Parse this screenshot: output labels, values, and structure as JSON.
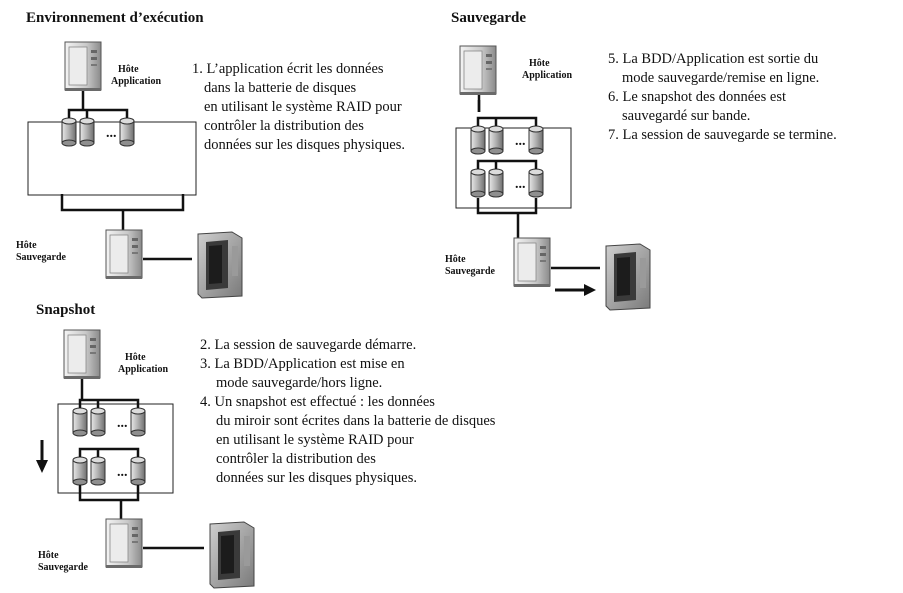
{
  "sections": {
    "env": {
      "title": "Environnement d’exécution",
      "host_app": [
        "Hôte",
        "Application"
      ],
      "host_backup": [
        "Hôte",
        "Sauvegarde"
      ],
      "steps": [
        "1. L’application écrit les données",
        "dans la batterie de disques",
        "en utilisant le système RAID pour",
        "contrôler la distribution des",
        "données sur les disques physiques."
      ]
    },
    "backup": {
      "title": "Sauvegarde",
      "host_app": [
        "Hôte",
        "Application"
      ],
      "host_backup": [
        "Hôte",
        "Sauvegarde"
      ],
      "steps": [
        "5. La BDD/Application est sortie du",
        "mode sauvegarde/remise en ligne.",
        "6. Le snapshot des données est",
        "sauvegardé sur bande.",
        "7. La session de sauvegarde se termine."
      ]
    },
    "snapshot": {
      "title": "Snapshot",
      "host_app": [
        "Hôte",
        "Application"
      ],
      "host_backup": [
        "Hôte",
        "Sauvegarde"
      ],
      "steps": [
        "2. La session de sauvegarde démarre.",
        "3. La BDD/Application est mise en",
        "mode sauvegarde/hors ligne.",
        "4. Un snapshot est effectué : les données",
        "du miroir sont écrites dans la batterie de disques",
        "en utilisant le système RAID pour",
        "contrôler la distribution des",
        "données sur les disques physiques."
      ]
    }
  },
  "ellipsis": "..."
}
